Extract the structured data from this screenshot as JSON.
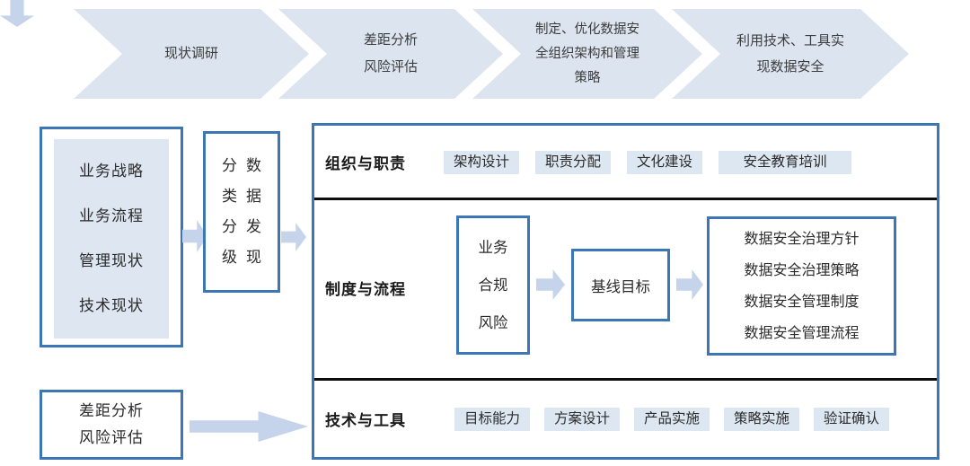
{
  "colors": {
    "chevron_fill": "#dce4ef",
    "box_border": "#3c76b5",
    "panel_fill": "#dde6f1",
    "chip_fill": "#dde7f1",
    "arrow_fill": "#c5d4ea",
    "divider": "#0d0d0d",
    "text": "#2b2b2b"
  },
  "process_band": {
    "steps": [
      {
        "lines": [
          "现状调研"
        ]
      },
      {
        "lines": [
          "差距分析",
          "风险评估"
        ]
      },
      {
        "lines": [
          "制定、优化数据安",
          "全组织架构和管理",
          "策略"
        ]
      },
      {
        "lines": [
          "利用技术、工具实",
          "现数据安全"
        ]
      }
    ]
  },
  "left_column": {
    "current_state": {
      "items": [
        "业务战略",
        "业务流程",
        "管理现状",
        "技术现状"
      ]
    },
    "gap_box": {
      "items": [
        "差距分析",
        "风险评估"
      ]
    },
    "classification": {
      "column_left": [
        "分",
        "类",
        "分",
        "级"
      ],
      "column_right": [
        "数",
        "据",
        "发",
        "现"
      ],
      "column_left_text": "分类分级",
      "column_right_text": "数据发现"
    }
  },
  "main_panel": {
    "rows": [
      {
        "label": "组织与职责",
        "chips": [
          "架构设计",
          "职责分配",
          "文化建设",
          "安全教育培训"
        ]
      },
      {
        "label": "制度与流程",
        "inputs": [
          "业务",
          "合规",
          "风险"
        ],
        "middle": "基线目标",
        "outputs": [
          "数据安全治理方针",
          "数据安全治理策略",
          "数据安全管理制度",
          "数据安全管理流程"
        ]
      },
      {
        "label": "技术与工具",
        "chips": [
          "目标能力",
          "方案设计",
          "产品实施",
          "策略实施",
          "验证确认"
        ]
      }
    ]
  }
}
